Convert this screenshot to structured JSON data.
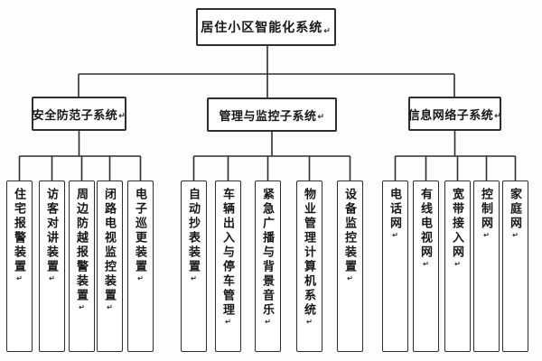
{
  "diagram": {
    "paragraph_mark": "↵",
    "root": {
      "label": "居住小区智能化系统"
    },
    "branches": [
      {
        "label": "安全防范子系统",
        "children": [
          "住宅报警装置",
          "访客对讲装置",
          "周边防越报警装置",
          "闭路电视监控装置",
          "电子巡更装置"
        ]
      },
      {
        "label": "管理与监控子系统",
        "children": [
          "自动抄表装置",
          "车辆出入与停车管理",
          "紧急广播与背景音乐",
          "物业管理计算机系统",
          "设备监控装置"
        ]
      },
      {
        "label": "信息网络子系统",
        "children": [
          "电话网",
          "有线电视网",
          "宽带接入网",
          "控制网",
          "家庭网"
        ]
      }
    ],
    "colors": {
      "line": "#2e2e2e",
      "box_border": "#2e2e2e",
      "box_fill": "#ffffff",
      "text": "#161616",
      "background": "#fdfdfd"
    }
  }
}
